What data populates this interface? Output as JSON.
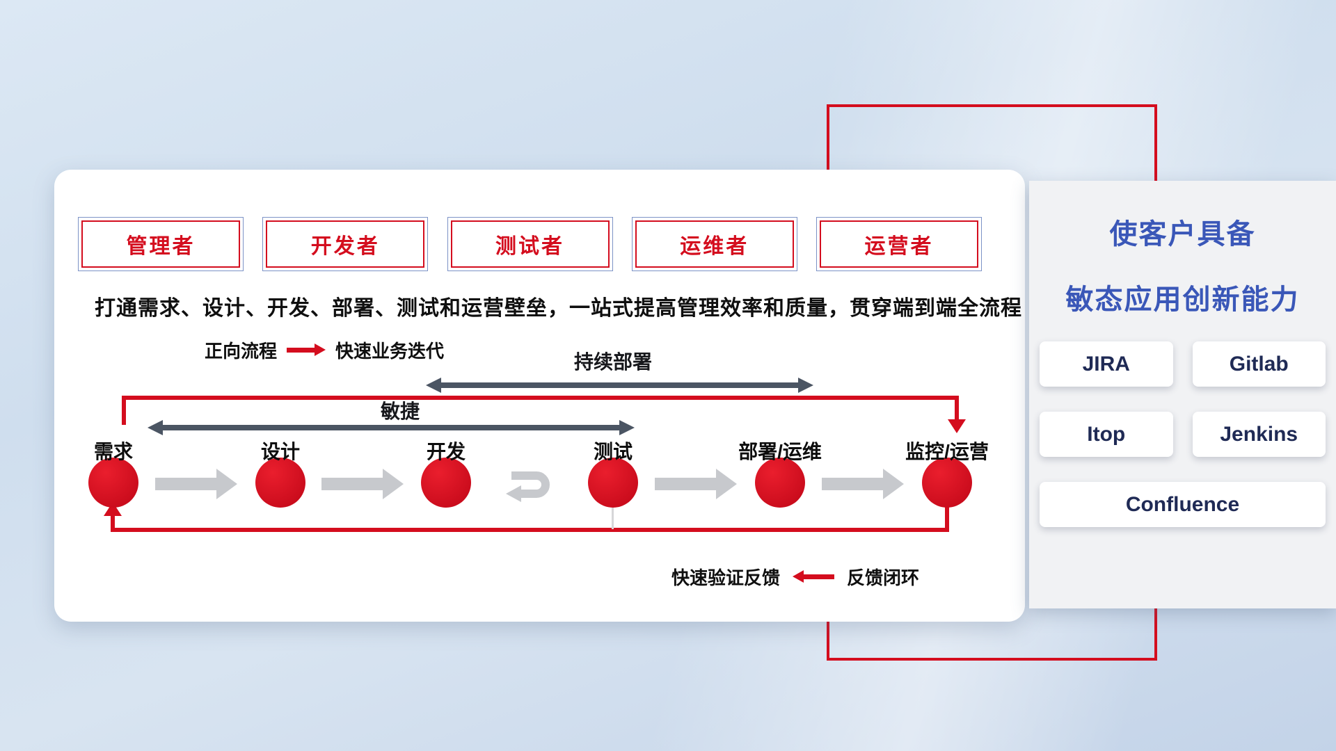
{
  "colors": {
    "red": "#d40d1e",
    "dark_arrow": "#4b5563",
    "gray_arrow": "#c7c9cd",
    "title_blue": "#3a57b8",
    "tool_text": "#1f2a55"
  },
  "main_panel": {
    "roles": [
      "管理者",
      "开发者",
      "测试者",
      "运维者",
      "运营者"
    ],
    "description": "打通需求、设计、开发、部署、测试和运营壁垒，一站式提高管理效率和质量，贯穿端到端全流程",
    "forward_legend": {
      "label": "正向流程",
      "desc": "快速业务迭代"
    },
    "deploy_arrow_label": "持续部署",
    "agile_arrow_label": "敏捷",
    "stages": [
      "需求",
      "设计",
      "开发",
      "测试",
      "部署/运维",
      "监控/运营"
    ],
    "feedback_legend": {
      "label": "快速验证反馈",
      "desc": "反馈闭环"
    }
  },
  "side_panel": {
    "title_line1": "使客户具备",
    "title_line2": "敏态应用创新能力",
    "tools": [
      "JIRA",
      "Gitlab",
      "Itop",
      "Jenkins",
      "Confluence"
    ]
  }
}
